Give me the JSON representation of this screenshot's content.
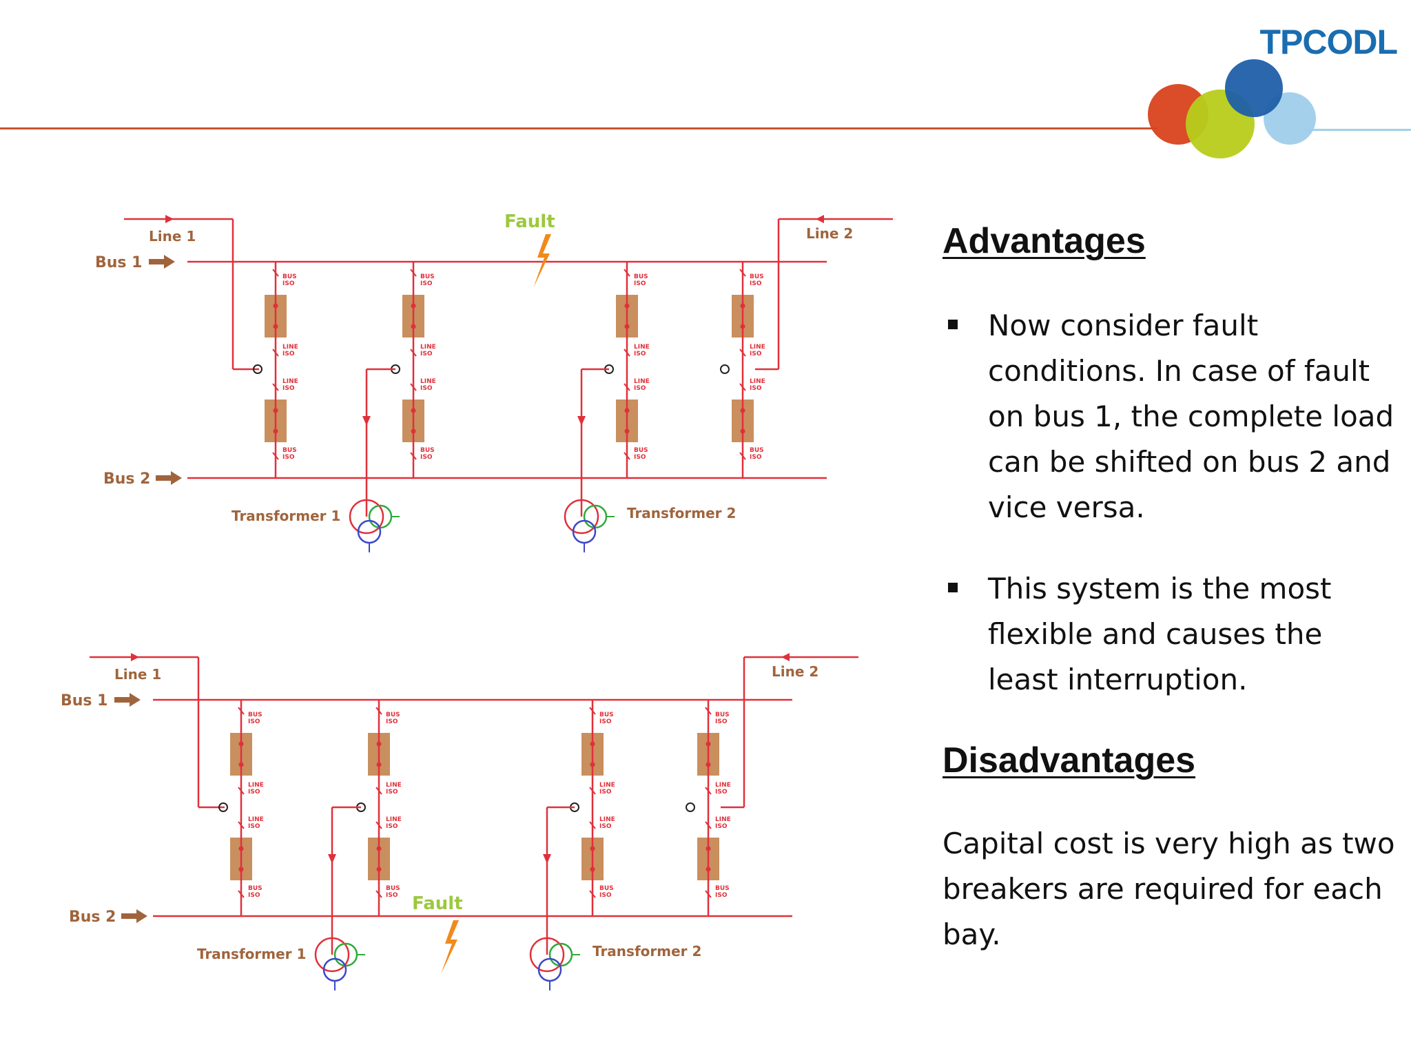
{
  "logo": {
    "text": "TPCODL"
  },
  "colors": {
    "accent_line": "#c8542e",
    "diagram_red": "#e0303a",
    "breaker_tan": "#c98f5e",
    "label_brown": "#a0643c",
    "fault_orange": "#f08a1c",
    "fault_green": "#9bc93c"
  },
  "diagrams": [
    {
      "fault": "Fault",
      "line1": "Line 1",
      "line2": "Line 2",
      "bus1": "Bus 1",
      "bus2": "Bus 2",
      "transformer1": "Transformer 1",
      "transformer2": "Transformer 2",
      "iso_labels": {
        "bus": "BUS ISO",
        "line": "LINE ISO"
      }
    },
    {
      "fault": "Fault",
      "line1": "Line 1",
      "line2": "Line 2",
      "bus1": "Bus 1",
      "bus2": "Bus 2",
      "transformer1": "Transformer 1",
      "transformer2": "Transformer 2",
      "iso_labels": {
        "bus": "BUS ISO",
        "line": "LINE ISO"
      }
    }
  ],
  "advantages": {
    "heading": "Advantages",
    "items": [
      "Now consider fault conditions. In case of fault on bus 1, the complete load can be shifted on bus 2 and vice versa.",
      "This system is the most flexible and causes the least interruption."
    ]
  },
  "disadvantages": {
    "heading": "Disadvantages",
    "text": "Capital cost is very high as two breakers are required for each bay."
  }
}
